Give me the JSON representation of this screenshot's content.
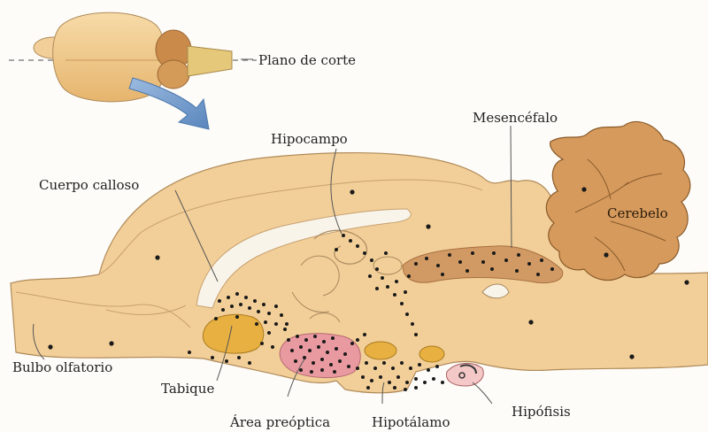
{
  "labels": {
    "plano_de_corte": "Plano de corte",
    "mesencefalo": "Mesencéfalo",
    "hipocampo": "Hipocampo",
    "cuerpo_calloso": "Cuerpo calloso",
    "cerebelo": "Cerebelo",
    "bulbo_olfatorio": "Bulbo olfatorio",
    "tabique": "Tabique",
    "area_preoptica": "Área preóptica",
    "hipotalamo": "Hipotálamo",
    "hipofisis": "Hipófisis"
  },
  "colors": {
    "brain_tissue": "#f2cf98",
    "brain_outline": "#b08a5a",
    "cerebellum": "#d59a5c",
    "midbrain_band": "#d19a64",
    "septum_nucleus": "#e8b040",
    "preoptic_area": "#e99aa0",
    "neuron_dot": "#1a1a1a",
    "arrow": "#6e97c8",
    "leader_line": "#555555"
  }
}
